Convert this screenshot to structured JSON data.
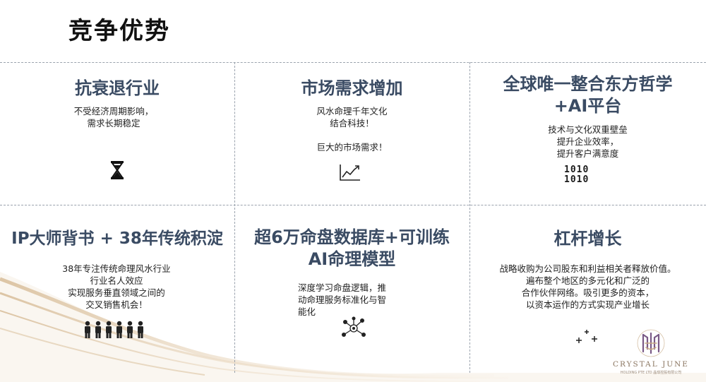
{
  "title": "竞争优势",
  "cells": [
    {
      "heading": "抗衰退行业",
      "lines": [
        "不受经济周期影响，",
        "需求长期稳定"
      ],
      "icon": "hourglass-icon"
    },
    {
      "heading": "市场需求增加",
      "lines": [
        "风水命理千年文化",
        "结合科技！",
        "巨大的市场需求！"
      ],
      "icon": "line-chart-icon"
    },
    {
      "heading_lines": [
        "全球唯一整合东方哲学",
        "+AI平台"
      ],
      "lines": [
        "技术与文化双重壁垒",
        "提升企业效率，",
        "提升客户满意度"
      ],
      "icon": "binary-icon",
      "icon_text": [
        "1010",
        "1010"
      ]
    },
    {
      "heading": "IP大师背书 + 38年传统积淀",
      "lines": [
        "38年专注传统命理风水行业",
        "行业名人效应",
        "实现服务垂直领域之间的",
        "交叉销售机会！"
      ],
      "icon": "people-group-icon"
    },
    {
      "heading_lines": [
        "超6万命盘数据库+可训练",
        "AI命理模型"
      ],
      "lines": [
        "深度学习命盘逻辑，推",
        "动命理服务标准化与智",
        "能化"
      ],
      "icon": "network-icon"
    },
    {
      "heading": "杠杆增长",
      "lines": [
        "战略收购为公司股东和利益相关者释放价值。",
        "遍布整个地区的多元化和广泛的",
        "合作伙伴网络。吸引更多的资本，",
        "以资本运作的方式实现产业增长"
      ],
      "icon": "sparkle-plus-icon"
    }
  ],
  "logo": {
    "name": "CRYSTAL JUNE",
    "subtitle": "HOLDING PTE LTD 晶琪控股有限公司"
  },
  "colors": {
    "heading": "#3a4b63",
    "divider": "#9aa2ad",
    "gold": "#c9ab84",
    "logo": "#8a7560"
  }
}
